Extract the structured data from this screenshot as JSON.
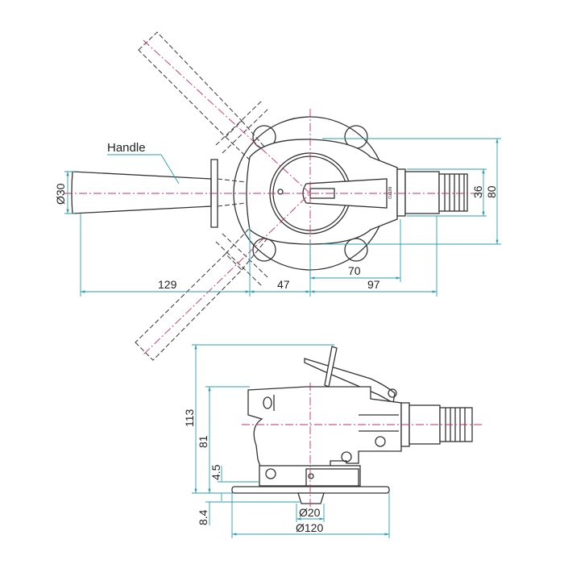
{
  "drawing": {
    "top_view": {
      "label_handle": "Handle",
      "dim_handle_diameter": "Ø30",
      "dim_handle_length": "129",
      "dim_body_rear": "47",
      "dim_body_front": "70",
      "dim_overall_front": "97",
      "dim_fitting_height": "36",
      "dim_body_height": "80",
      "logo_text": "NITTO"
    },
    "side_view": {
      "dim_overall_height": "113",
      "dim_body_height": "81",
      "dim_pad_thickness": "4.5",
      "dim_spindle": "8.4",
      "dim_spindle_diameter": "Ø20",
      "dim_pad_diameter": "Ø120"
    },
    "colors": {
      "dimension_lines": "#2a9fb0",
      "center_lines": "#c0306a",
      "outline": "#333333"
    }
  }
}
